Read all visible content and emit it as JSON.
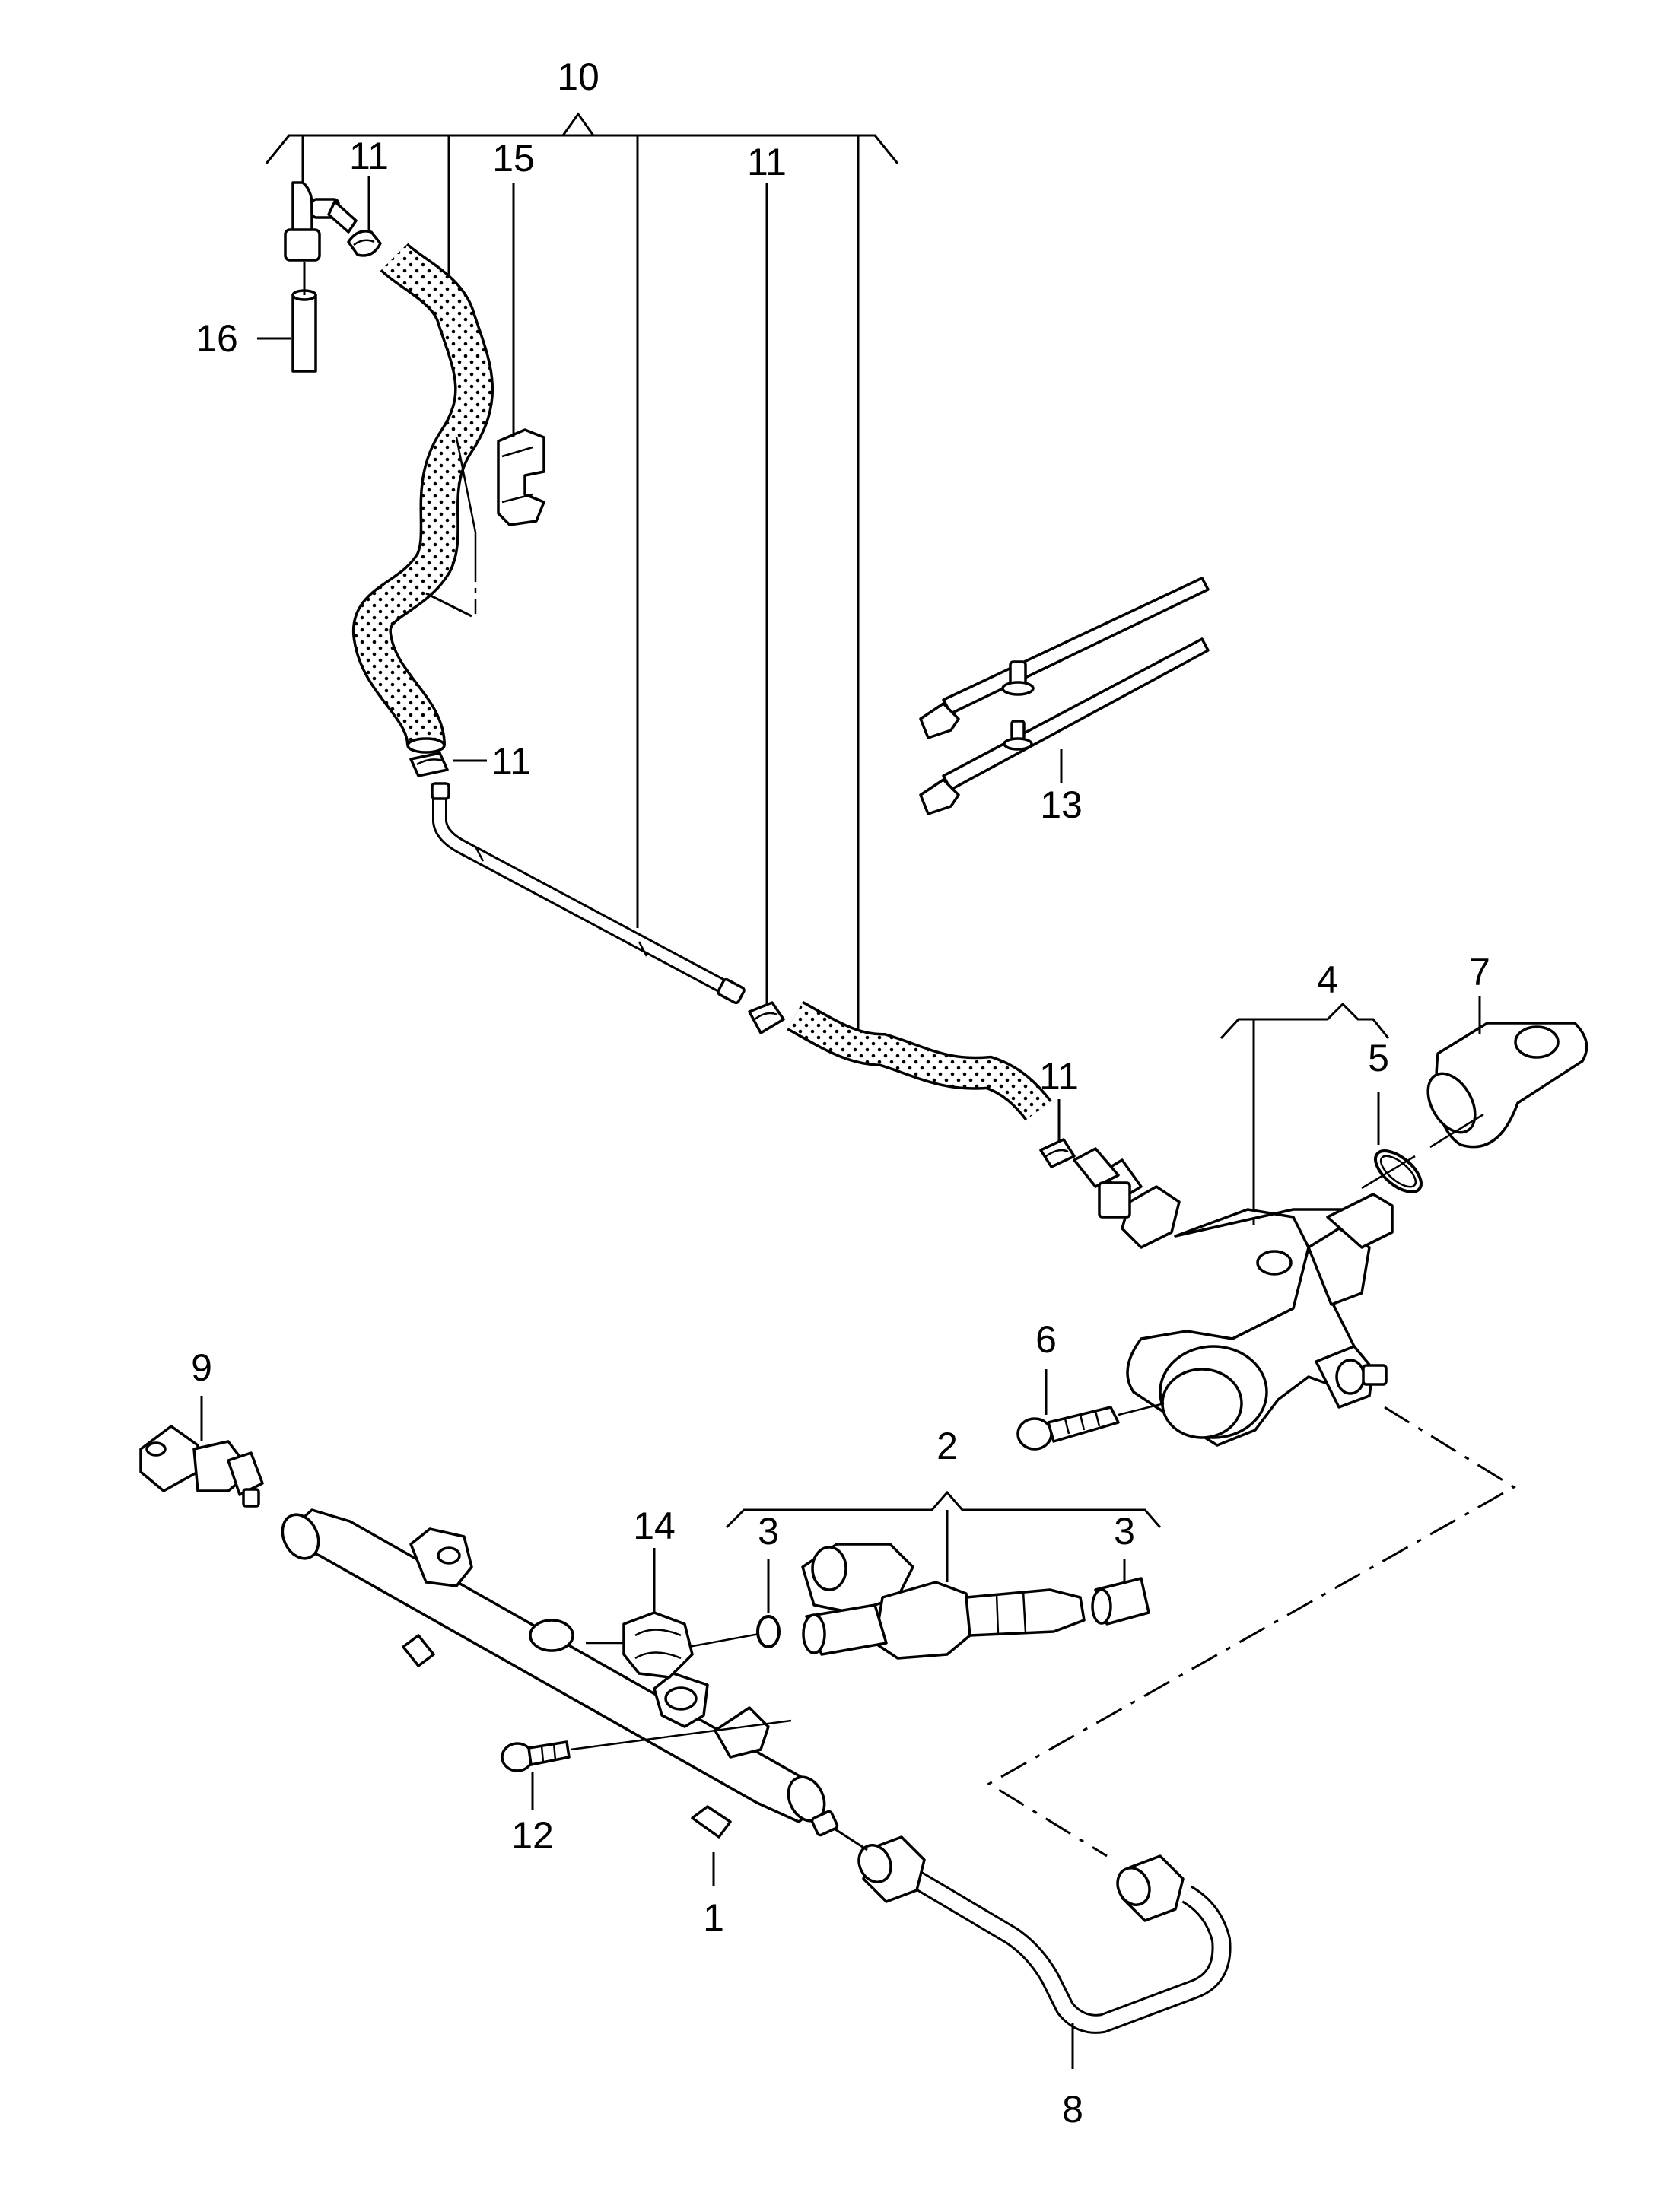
{
  "diagram": {
    "callouts": {
      "c1": "1",
      "c2": "2",
      "c3a": "3",
      "c3b": "3",
      "c4": "4",
      "c5": "5",
      "c6": "6",
      "c7": "7",
      "c8": "8",
      "c9": "9",
      "c10": "10",
      "c11a": "11",
      "c11b": "11",
      "c11c": "11",
      "c11d": "11",
      "c12": "12",
      "c13": "13",
      "c14": "14",
      "c15": "15",
      "c16": "16"
    }
  }
}
